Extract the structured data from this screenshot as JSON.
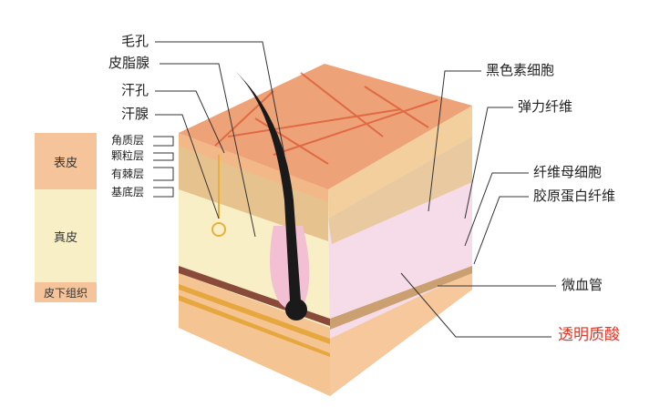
{
  "labels_left": {
    "pore": "毛孔",
    "sebaceous_gland": "皮脂腺",
    "sweat_pore": "汗孔",
    "sweat_gland": "汗腺"
  },
  "epidermis_layers": {
    "stratum_corneum": "角质层",
    "stratum_granulosum": "颗粒层",
    "stratum_spinosum": "有棘层",
    "stratum_basale": "基底层"
  },
  "legend": {
    "epidermis": "表皮",
    "dermis": "真皮",
    "subcutaneous": "皮下组织"
  },
  "labels_right": {
    "melanocyte": "黑色素细胞",
    "elastic_fiber": "弹力纤维",
    "fibroblast": "纤维母细胞",
    "collagen_fiber": "胶原蛋白纤维",
    "capillary": "微血管",
    "hyaluronic_acid": "透明质酸"
  },
  "colors": {
    "epidermis_legend": "#f5c49a",
    "dermis_legend": "#f8efc7",
    "subcutaneous_legend": "#f5c49a",
    "skin_top": "#eea277",
    "highlight_label": "#e53424"
  }
}
